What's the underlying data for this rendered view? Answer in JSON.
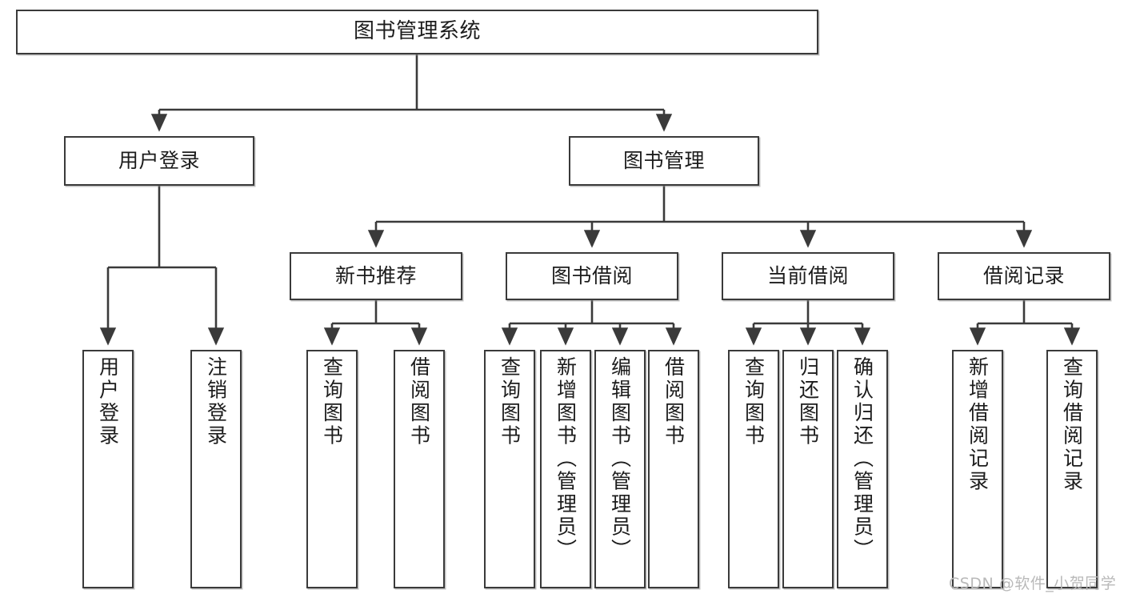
{
  "diagram": {
    "title": "图书管理系统",
    "type": "hierarchy-tree",
    "edge_color": "#3a3a3a",
    "box_border_color": "#3a3a3a",
    "background_color": "#ffffff",
    "root": {
      "label": "图书管理系统"
    },
    "level1": [
      {
        "label": "用户登录"
      },
      {
        "label": "图书管理"
      }
    ],
    "level2": [
      {
        "label": "新书推荐"
      },
      {
        "label": "图书借阅"
      },
      {
        "label": "当前借阅"
      },
      {
        "label": "借阅记录"
      }
    ],
    "leaves": {
      "user_login": [
        {
          "label": "用户登录"
        },
        {
          "label": "注销登录"
        }
      ],
      "new_book_recommend": [
        {
          "label": "查询图书"
        },
        {
          "label": "借阅图书"
        }
      ],
      "book_borrow": [
        {
          "label": "查询图书"
        },
        {
          "label": "新增图书（管理员）"
        },
        {
          "label": "编辑图书（管理员）"
        },
        {
          "label": "借阅图书"
        }
      ],
      "current_borrow": [
        {
          "label": "查询图书"
        },
        {
          "label": "归还图书"
        },
        {
          "label": "确认归还（管理员）"
        }
      ],
      "borrow_record": [
        {
          "label": "新增借阅记录"
        },
        {
          "label": "查询借阅记录"
        }
      ]
    }
  },
  "watermark": {
    "text": "CSDN @软件_小贺同学",
    "color": "#b9b9b9"
  }
}
